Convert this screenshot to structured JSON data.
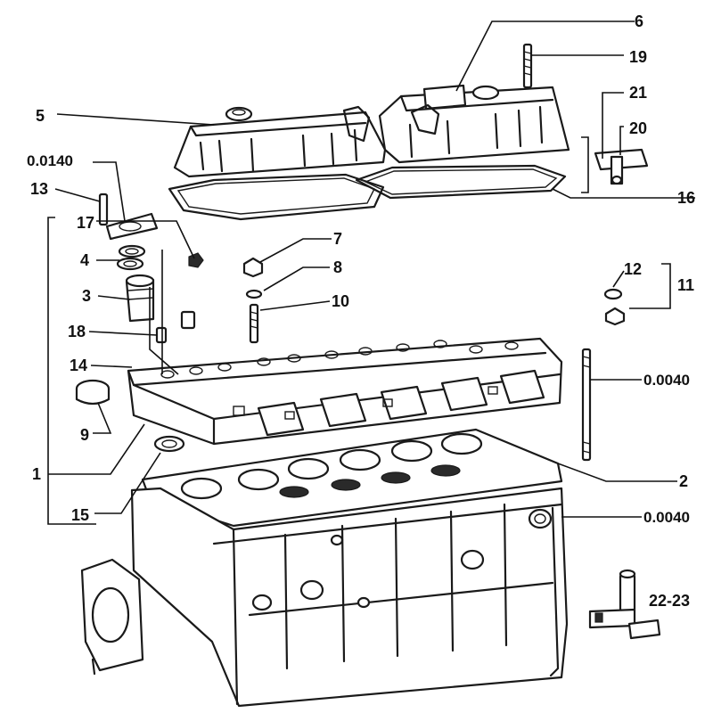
{
  "labels": {
    "l6": "6",
    "l19": "19",
    "l5": "5",
    "l21": "21",
    "l20": "20",
    "l0140": "0.0140",
    "l16": "16",
    "l13": "13",
    "l17": "17",
    "l7": "7",
    "l4": "4",
    "l8": "8",
    "l12": "12",
    "l11": "11",
    "l3": "3",
    "l10": "10",
    "l18": "18",
    "l14": "14",
    "l0040a": "0.0040",
    "l9": "9",
    "l1": "1",
    "l2": "2",
    "l15": "15",
    "l0040b": "0.0040",
    "l2223": "22-23"
  }
}
